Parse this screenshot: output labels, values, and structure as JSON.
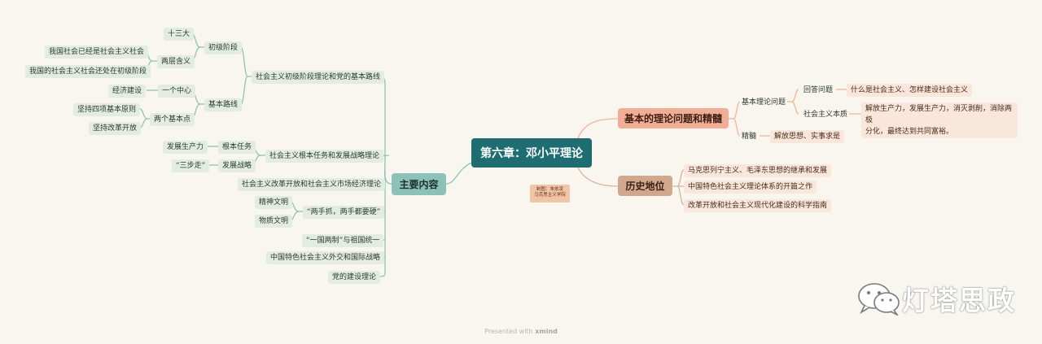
{
  "root": "第六章：邓小平理论",
  "note": {
    "line1": "制图：朱依凌",
    "line2": "马克思主义学院"
  },
  "left": {
    "title": "主要内容",
    "branches": {
      "b1": "社会主义初级阶段理论和党的基本路线",
      "b1_stage": "初级阶段",
      "b1_stage_13": "十三大",
      "b1_stage_two": "两层含义",
      "b1_stage_two_a": "我国社会已经是社会主义社会",
      "b1_stage_two_b": "我国的社会主义社会还处在初级阶段",
      "b1_line": "基本路线",
      "b1_line_center": "一个中心",
      "b1_line_center_a": "经济建设",
      "b1_line_points": "两个基本点",
      "b1_line_points_a": "坚持四项基本原则",
      "b1_line_points_b": "坚持改革开放",
      "b2": "社会主义根本任务和发展战略理论",
      "b2_task": "根本任务",
      "b2_task_a": "发展生产力",
      "b2_strategy": "发展战略",
      "b2_strategy_a": "“三步走”",
      "b3": "社会主义改革开放和社会主义市场经济理论",
      "b4": "“两手抓，两手都要硬”",
      "b4_a": "精神文明",
      "b4_b": "物质文明",
      "b5": "“一国两制”与祖国统一",
      "b6": "中国特色社会主义外交和国际战略",
      "b7": "党的建设理论"
    }
  },
  "right1": {
    "title": "基本的理论问题和精髓",
    "q": "基本理论问题",
    "q_answer": "回答问题",
    "q_answer_a": "什么是社会主义、怎样建设社会主义",
    "q_essence": "社会主义本质",
    "q_essence_a1": "解放生产力，发展生产力，消灭剥削，消除两极",
    "q_essence_a2": "分化，最终达到共同富裕。",
    "soul": "精髓",
    "soul_a": "解放思想、实事求是"
  },
  "right2": {
    "title": "历史地位",
    "items": [
      "马克思列宁主义、毛泽东思想的继承和发展",
      "中国特色社会主义理论体系的开篇之作",
      "改革开放和社会主义现代化建设的科学指南"
    ]
  },
  "footer": {
    "prefix": "Presented with",
    "brand": "xmind"
  },
  "watermark": "灯塔思政",
  "colors": {
    "background": "#f8f6ee",
    "root": "#1d6d72",
    "left_main": "#8bc2b8",
    "right_main": "#f2ad95",
    "history_main": "#d2a88c",
    "left_line": "#8cc4b9",
    "right_line": "#f0b59d"
  }
}
